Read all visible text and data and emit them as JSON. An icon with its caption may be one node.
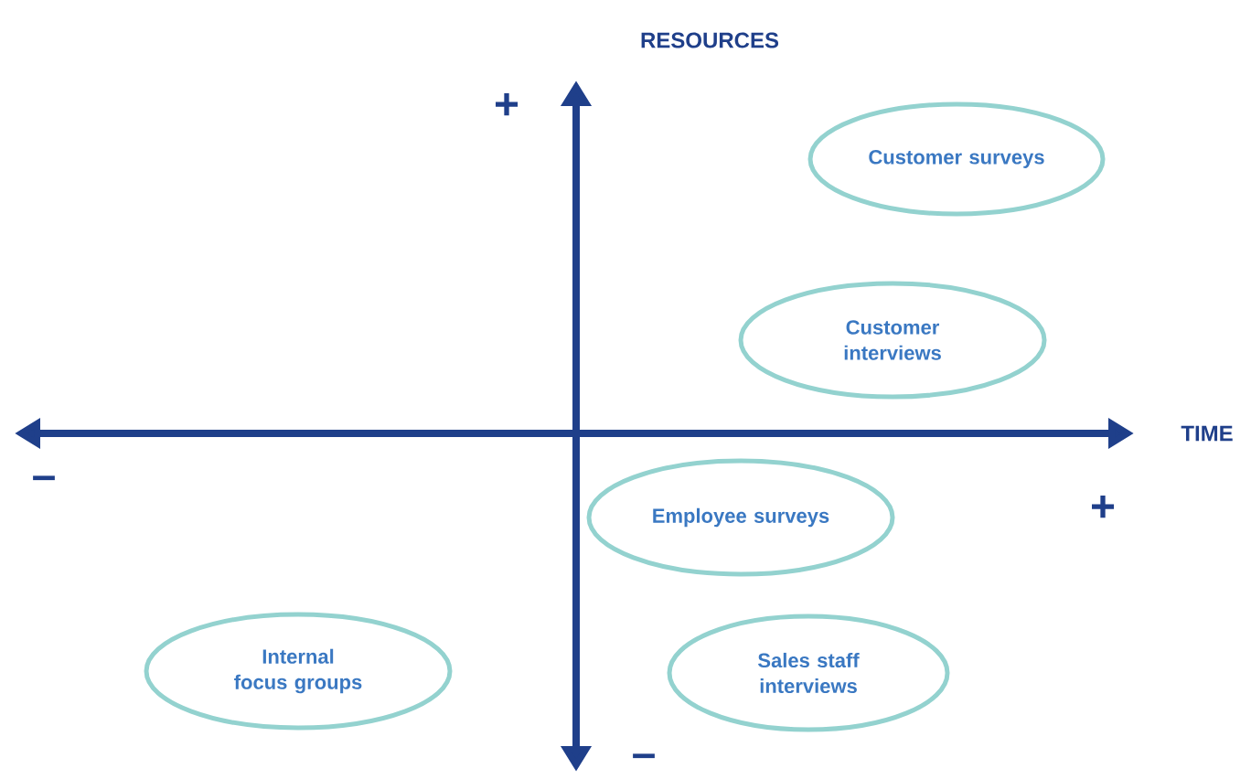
{
  "diagram": {
    "nodes": [
      {
        "text": [
          "Customer surveys"
        ]
      },
      {
        "text": [
          "Customer interviews"
        ]
      },
      {
        "text": [
          "Employee surveys"
        ]
      },
      {
        "text": [
          "Internal focus groups"
        ]
      },
      {
        "text": [
          "Sales staff interviews"
        ]
      }
    ],
    "labels": [
      "RESOURCES",
      "+",
      "TIME",
      "–",
      "+",
      "–"
    ]
  }
}
